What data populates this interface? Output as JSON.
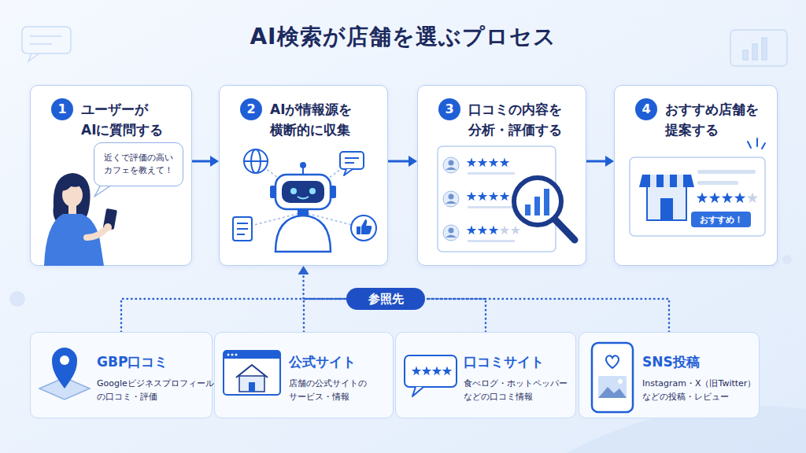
{
  "diagram": {
    "title": "AI検索が店舗を選ぶプロセス",
    "nodes": [
      {
        "text": [
          "ユーザーが AIに質問する"
        ]
      },
      {
        "text": [
          "1"
        ],
        "in": 0
      },
      {
        "text": [
          "近くで評価の高い カフェを教えて！"
        ],
        "in": 0
      },
      {
        "text": [
          "AIが情報源を 横断的に収集"
        ]
      },
      {
        "text": [
          "2"
        ],
        "in": 3
      },
      {
        "text": [
          "口コミの内容を 分析・評価する"
        ]
      },
      {
        "text": [
          "3"
        ],
        "in": 5
      },
      {
        "text": [
          "おすすめ店舗を 提案する"
        ]
      },
      {
        "text": [
          "4"
        ],
        "in": 7
      },
      {
        "text": [
          "おすすめ！"
        ],
        "in": 7
      },
      {
        "text": [
          "参照先"
        ]
      },
      {
        "text": [
          "GBP口コミ",
          "Googleビジネスプロフィール の口コミ・評価"
        ]
      },
      {
        "text": [
          "公式サイト",
          "店舗の公式サイトの サービス・情報"
        ]
      },
      {
        "text": [
          "口コミサイト",
          "食べログ・ホットペッパー などの口コミ情報"
        ]
      },
      {
        "text": [
          "SNS投稿",
          "Instagram・X（旧Twitter） などの投稿・レビュー"
        ]
      }
    ],
    "edges": [
      {
        "from": 0,
        "to": 3,
        "arrow": "to"
      },
      {
        "from": 3,
        "to": 5,
        "arrow": "to"
      },
      {
        "from": 5,
        "to": 7,
        "arrow": "to"
      },
      {
        "from": 11,
        "to": 10,
        "arrow": "none"
      },
      {
        "from": 12,
        "to": 10,
        "arrow": "none"
      },
      {
        "from": 13,
        "to": 10,
        "arrow": "none"
      },
      {
        "from": 14,
        "to": 10,
        "arrow": "none"
      },
      {
        "from": 10,
        "to": 3,
        "arrow": "to"
      }
    ]
  }
}
